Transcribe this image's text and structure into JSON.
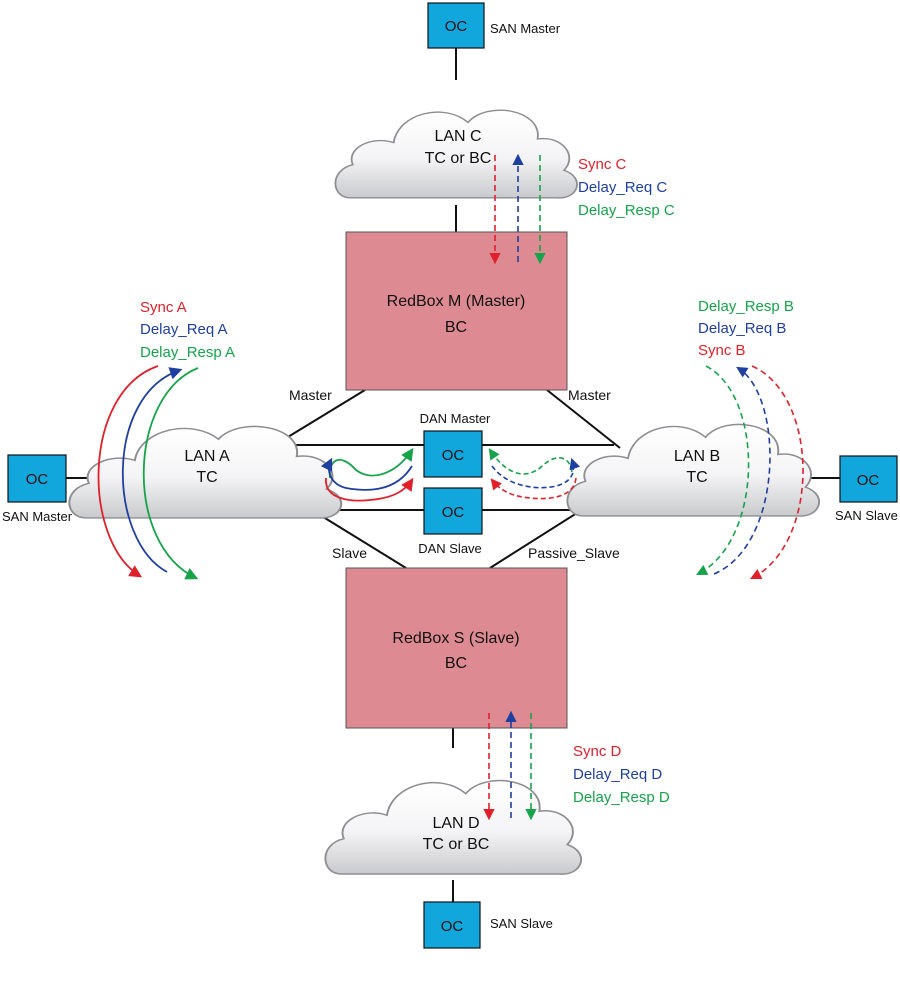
{
  "colors": {
    "sync": "#e0202a",
    "delay_req": "#1f3fa0",
    "delay_resp": "#17a34a",
    "oc_fill": "#12a7dc",
    "redbox_fill": "#de8a92",
    "line": "#111111"
  },
  "clouds": {
    "lan_a": {
      "name": "LAN A",
      "type": "TC"
    },
    "lan_b": {
      "name": "LAN B",
      "type": "TC"
    },
    "lan_c": {
      "name": "LAN C",
      "type": "TC or BC"
    },
    "lan_d": {
      "name": "LAN D",
      "type": "TC or BC"
    }
  },
  "redboxes": {
    "master": {
      "name": "RedBox M (Master)",
      "type": "BC"
    },
    "slave": {
      "name": "RedBox S (Slave)",
      "type": "BC"
    }
  },
  "oc_label": "OC",
  "nodes": {
    "san_master_top": "SAN Master",
    "san_master_left": "SAN Master",
    "san_slave_right": "SAN Slave",
    "san_slave_bottom": "SAN Slave",
    "dan_master": "DAN Master",
    "dan_slave": "DAN Slave"
  },
  "port_labels": {
    "master_left": "Master",
    "master_right": "Master",
    "slave_left": "Slave",
    "passive_slave": "Passive_Slave"
  },
  "messages": {
    "c": {
      "sync": "Sync C",
      "req": "Delay_Req C",
      "resp": "Delay_Resp C"
    },
    "a": {
      "sync": "Sync A",
      "req": "Delay_Req A",
      "resp": "Delay_Resp A"
    },
    "b": {
      "resp": "Delay_Resp B",
      "req": "Delay_Req B",
      "sync": "Sync B"
    },
    "d": {
      "sync": "Sync D",
      "req": "Delay_Req D",
      "resp": "Delay_Resp D"
    }
  }
}
